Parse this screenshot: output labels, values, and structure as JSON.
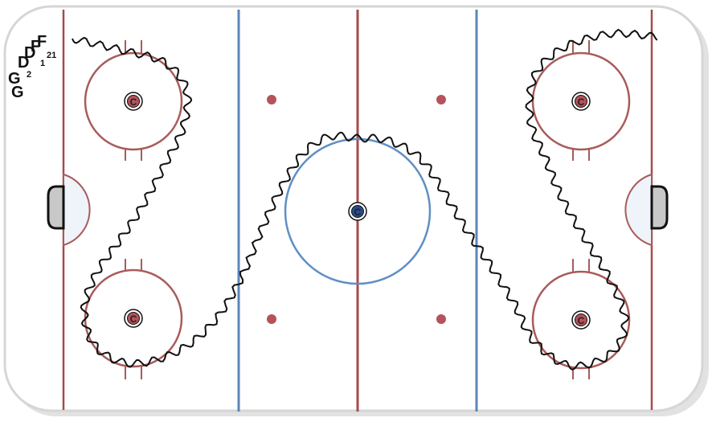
{
  "diagram": {
    "surface": "hockey-rink",
    "colors": {
      "red_line": "#a84a4a",
      "blue_line": "#5b86b8",
      "circle_red": "#a95b5b",
      "circle_blue": "#5f8fc4",
      "crease_fill": "#eef4fa",
      "net_fill": "#c8c8c8",
      "skate_path": "#111111",
      "board": "#d8d8d8"
    },
    "faceoff_dot_label": "C",
    "center_dot_label": "C",
    "players": {
      "group_back": {
        "label": "G",
        "sub": ""
      },
      "group_mid": {
        "label": "G",
        "sub": "2"
      },
      "group_d1": {
        "label": "D",
        "sub": ""
      },
      "group_d2": {
        "label": "D",
        "sub": ""
      },
      "group_f1": {
        "label": "F",
        "sub": "1"
      },
      "group_f2": {
        "label": "F",
        "sub": "2"
      },
      "tag_1": "1",
      "tag_2": "2",
      "tag_21": "21"
    }
  }
}
